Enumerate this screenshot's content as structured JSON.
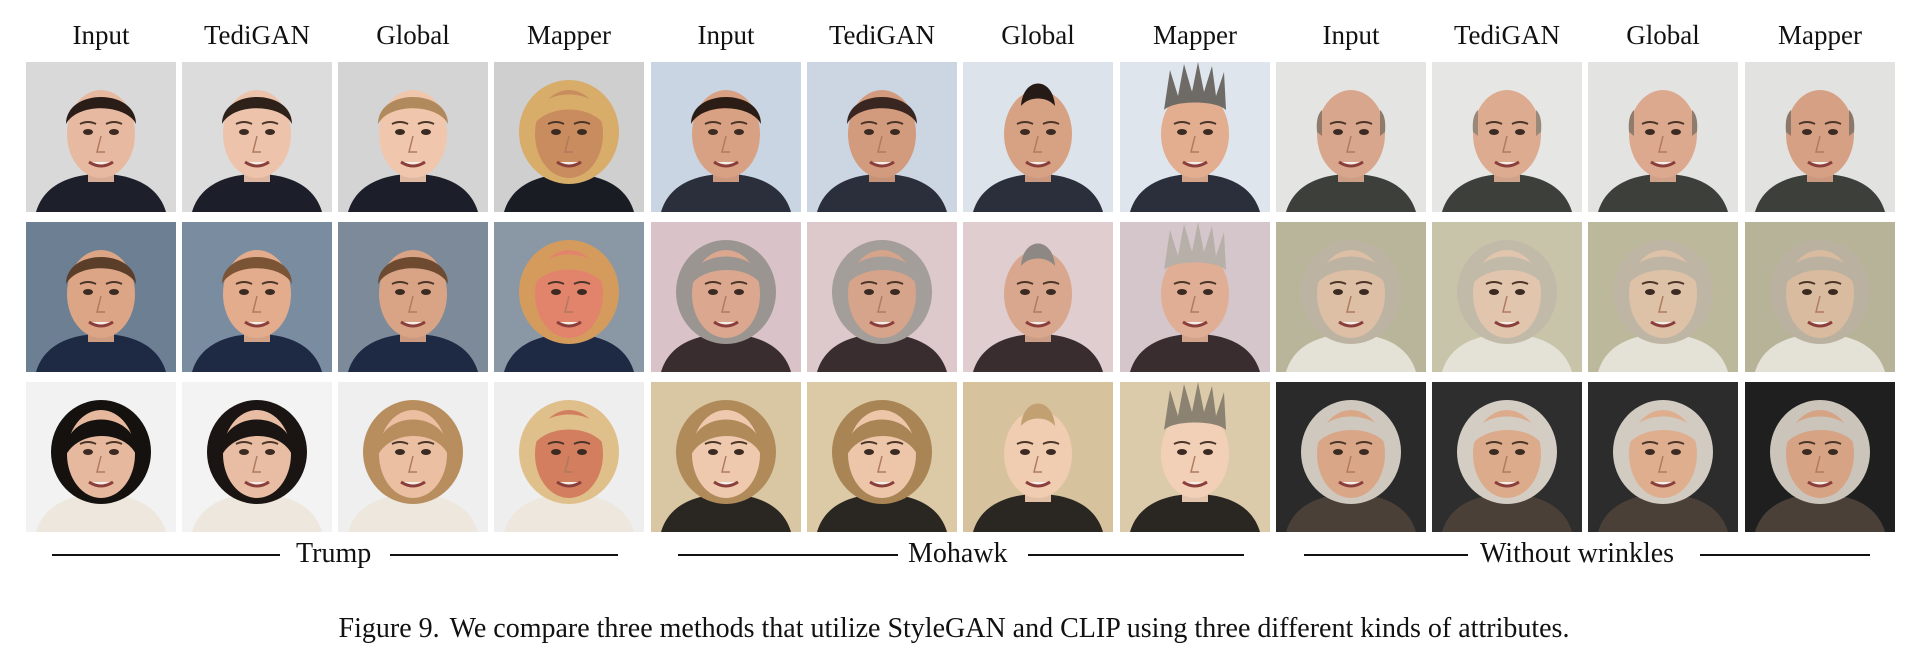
{
  "column_headers": [
    "Input",
    "TediGAN",
    "Global",
    "Mapper",
    "Input",
    "TediGAN",
    "Global",
    "Mapper",
    "Input",
    "TediGAN",
    "Global",
    "Mapper"
  ],
  "groups": [
    {
      "label": "Trump"
    },
    {
      "label": "Mohawk"
    },
    {
      "label": "Without wrinkles"
    }
  ],
  "caption": {
    "figure_label": "Figure 9.",
    "text": "We compare three methods that utilize StyleGAN and CLIP using three different kinds of attributes."
  },
  "faces": [
    [
      {
        "bg": "#d9d9d9",
        "skin": "#e7b9a0",
        "hair": "#2a1d17",
        "shirt": "#1d1f2a",
        "style": "short"
      },
      {
        "bg": "#dcdcdc",
        "skin": "#edc3ab",
        "hair": "#2e211a",
        "shirt": "#1c1f29",
        "style": "short"
      },
      {
        "bg": "#d4d4d4",
        "skin": "#f0c6ad",
        "hair": "#b08a5c",
        "shirt": "#1c1f29",
        "style": "short"
      },
      {
        "bg": "#cfcfcf",
        "skin": "#c98c5e",
        "hair": "#d8ad6a",
        "shirt": "#1a1c24",
        "style": "blonde"
      },
      {
        "bg": "#c9d5e2",
        "skin": "#d9a183",
        "hair": "#2b1d15",
        "shirt": "#2b2f3b",
        "style": "short"
      },
      {
        "bg": "#ccd6e3",
        "skin": "#d29b7d",
        "hair": "#3a2621",
        "shirt": "#2b2f3b",
        "style": "short"
      },
      {
        "bg": "#dde3ea",
        "skin": "#d7a284",
        "hair": "#251a16",
        "shirt": "#2b2f3b",
        "style": "mohawk"
      },
      {
        "bg": "#dfe5ec",
        "skin": "#e2ae8f",
        "hair": "#6e6a66",
        "shirt": "#2b2f3b",
        "style": "spiky"
      },
      {
        "bg": "#e4e4e2",
        "skin": "#d8a68c",
        "hair": "#8e7b6c",
        "shirt": "#3c3f3a",
        "style": "bald"
      },
      {
        "bg": "#e6e6e4",
        "skin": "#dcab90",
        "hair": "#9a8878",
        "shirt": "#3c3f3a",
        "style": "bald"
      },
      {
        "bg": "#e3e3e1",
        "skin": "#dca98f",
        "hair": "#8f7c6d",
        "shirt": "#3c3f3a",
        "style": "bald"
      },
      {
        "bg": "#e2e2e0",
        "skin": "#d6a085",
        "hair": "#8c786a",
        "shirt": "#3c3f3a",
        "style": "bald"
      }
    ],
    [
      {
        "bg": "#6d7f92",
        "skin": "#dca586",
        "hair": "#5a3e29",
        "shirt": "#1e2a44",
        "style": "short"
      },
      {
        "bg": "#7a8ca0",
        "skin": "#e2ac8d",
        "hair": "#7b5436",
        "shirt": "#1e2a44",
        "style": "short"
      },
      {
        "bg": "#7c8a9a",
        "skin": "#d9a385",
        "hair": "#6e4b30",
        "shirt": "#1e2a44",
        "style": "short"
      },
      {
        "bg": "#8a98a6",
        "skin": "#e2836c",
        "hair": "#d59b5d",
        "shirt": "#1e2a44",
        "style": "blonde"
      },
      {
        "bg": "#d9c3c8",
        "skin": "#dba88f",
        "hair": "#9b9591",
        "shirt": "#3a2d2f",
        "style": "gray"
      },
      {
        "bg": "#ddc9cc",
        "skin": "#d6a48a",
        "hair": "#a39e99",
        "shirt": "#3a2d2f",
        "style": "gray"
      },
      {
        "bg": "#e0cdd0",
        "skin": "#d9a78e",
        "hair": "#8d8884",
        "shirt": "#3a2d2f",
        "style": "mohawk"
      },
      {
        "bg": "#d5c6cb",
        "skin": "#e0ae94",
        "hair": "#b7b0a8",
        "shirt": "#3a2d2f",
        "style": "spiky"
      },
      {
        "bg": "#b9b59a",
        "skin": "#dcbfa4",
        "hair": "#bcb3a3",
        "shirt": "#e4e1d6",
        "style": "gray"
      },
      {
        "bg": "#c8c4a9",
        "skin": "#e1c6ad",
        "hair": "#c2baa9",
        "shirt": "#e4e1d6",
        "style": "gray"
      },
      {
        "bg": "#bcb89c",
        "skin": "#dec2a7",
        "hair": "#beb5a4",
        "shirt": "#e4e1d6",
        "style": "gray"
      },
      {
        "bg": "#b7b398",
        "skin": "#d9bb9f",
        "hair": "#bab1a1",
        "shirt": "#e4e1d6",
        "style": "gray"
      }
    ],
    [
      {
        "bg": "#f2f2f2",
        "skin": "#e6b99f",
        "hair": "#15110f",
        "shirt": "#ede7dd",
        "style": "bob"
      },
      {
        "bg": "#f3f3f3",
        "skin": "#e8bda3",
        "hair": "#1a1512",
        "shirt": "#ede7dd",
        "style": "bob"
      },
      {
        "bg": "#efefef",
        "skin": "#ebbfa2",
        "hair": "#b98e5e",
        "shirt": "#ede7dd",
        "style": "bob"
      },
      {
        "bg": "#eeeeee",
        "skin": "#d27e5f",
        "hair": "#e0c08a",
        "shirt": "#ede7dd",
        "style": "blonde"
      },
      {
        "bg": "#d9c7a3",
        "skin": "#efc9ae",
        "hair": "#b08a59",
        "shirt": "#2a2622",
        "style": "bob"
      },
      {
        "bg": "#dccaa6",
        "skin": "#edc6aa",
        "hair": "#a98455",
        "shirt": "#2a2622",
        "style": "bob"
      },
      {
        "bg": "#d6c39e",
        "skin": "#f0ccb1",
        "hair": "#c2a071",
        "shirt": "#2a2622",
        "style": "mohawk"
      },
      {
        "bg": "#dccbaa",
        "skin": "#f2d0b7",
        "hair": "#8c8272",
        "shirt": "#2a2622",
        "style": "spiky"
      },
      {
        "bg": "#2a2a2a",
        "skin": "#d9a788",
        "hair": "#cfc8be",
        "shirt": "#4a4038",
        "style": "gray"
      },
      {
        "bg": "#2e2e2e",
        "skin": "#dcab8c",
        "hair": "#d4cdc3",
        "shirt": "#4a4038",
        "style": "gray"
      },
      {
        "bg": "#2c2c2c",
        "skin": "#dfae8f",
        "hair": "#d2cbc1",
        "shirt": "#4a4038",
        "style": "gray"
      },
      {
        "bg": "#1f1f1f",
        "skin": "#d6a385",
        "hair": "#cbc4ba",
        "shirt": "#4a4038",
        "style": "gray"
      }
    ]
  ]
}
